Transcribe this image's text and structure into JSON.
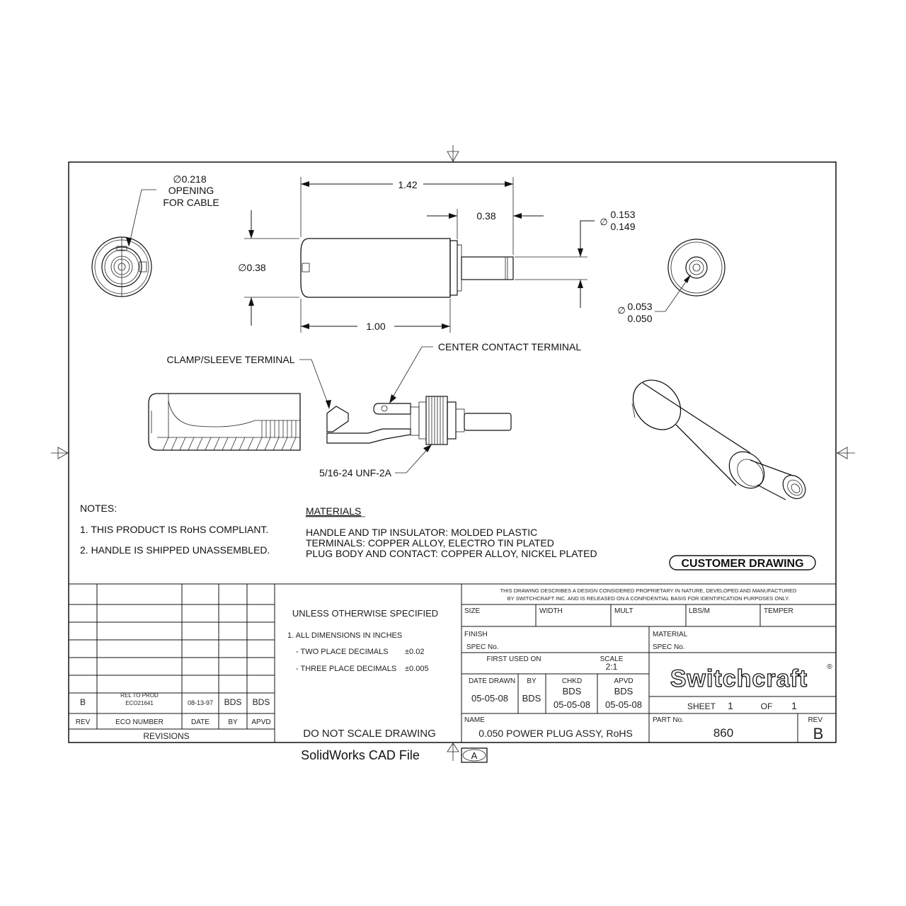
{
  "views": {
    "front": {
      "dia_label": "0.218",
      "dia_symbol": "∅",
      "opening_line1": "OPENING",
      "opening_line2": "FOR CABLE"
    },
    "side": {
      "overall_length": "1.42",
      "tip_length": "0.38",
      "body_length": "1.00",
      "body_dia": "0.38",
      "tip_dia_max": "0.153",
      "tip_dia_min": "0.149"
    },
    "end": {
      "hole_dia_max": "0.053",
      "hole_dia_min": "0.050"
    },
    "exploded": {
      "clamp_label": "CLAMP/SLEEVE TERMINAL",
      "center_label": "CENTER CONTACT TERMINAL",
      "thread_label": "5/16-24 UNF-2A"
    }
  },
  "notes": {
    "heading": "NOTES:",
    "items": [
      "1. THIS PRODUCT IS RoHS COMPLIANT.",
      "2. HANDLE IS SHIPPED UNASSEMBLED."
    ]
  },
  "materials": {
    "heading": "MATERIALS",
    "lines": [
      "HANDLE AND TIP INSULATOR:  MOLDED PLASTIC",
      "TERMINALS: COPPER ALLOY, ELECTRO TIN PLATED",
      "PLUG BODY AND CONTACT: COPPER ALLOY, NICKEL PLATED"
    ]
  },
  "stamp": "CUSTOMER DRAWING",
  "revisions": {
    "row": {
      "rev": "B",
      "eco_line1": "REL TO PROD",
      "eco_line2": "ECO21641",
      "date": "08-13-97",
      "by": "BDS",
      "apvd": "BDS"
    },
    "headers": {
      "rev": "REV",
      "eco": "ECO NUMBER",
      "date": "DATE",
      "by": "BY",
      "apvd": "APVD"
    },
    "title": "REVISIONS"
  },
  "tolerances": {
    "heading": "UNLESS OTHERWISE SPECIFIED",
    "line1": "1. ALL DIMENSIONS IN INCHES",
    "two_label": "- TWO PLACE DECIMALS",
    "two_value": "±0.02",
    "three_label": "- THREE PLACE DECIMALS",
    "three_value": "±0.005",
    "footer": "DO NOT SCALE DRAWING"
  },
  "title_block": {
    "proprietary_line1": "THIS DRAWING DESCRIBES A DESIGN CONSIDERED PROPRIETARY IN NATURE, DEVELOPED AND MANUFACTURED",
    "proprietary_line2": "BY SWITCHCRAFT INC. AND IS RELEASED ON A CONFIDENTIAL BASIS FOR IDENTIFICATION PURPOSES ONLY.",
    "size": "SIZE",
    "width": "WIDTH",
    "mult": "MULT",
    "lbs": "LBS/M",
    "temper": "TEMPER",
    "finish": "FINISH",
    "spec_no": "SPEC No.",
    "material": "MATERIAL",
    "spec_no2": "SPEC No.",
    "first_used": "FIRST USED ON",
    "scale_label": "SCALE",
    "scale_value": "2:1",
    "date_drawn_label": "DATE DRAWN",
    "date_drawn": "05-05-08",
    "by_label": "BY",
    "by": "BDS",
    "chkd_label": "CHKD",
    "chkd_by": "BDS",
    "chkd_date": "05-05-08",
    "apvd_label": "APVD",
    "apvd_by": "BDS",
    "apvd_date": "05-05-08",
    "logo": "Switchcraft",
    "logo_reg": "®",
    "sheet_label": "SHEET",
    "sheet_num": "1",
    "of_label": "OF",
    "sheet_total": "1",
    "name_label": "NAME",
    "name": "0.050 POWER PLUG ASSY, RoHS",
    "part_label": "PART No.",
    "part_no": "860",
    "rev_label": "REV",
    "rev": "B"
  },
  "footer": {
    "cad_note": "SolidWorks CAD File",
    "view_marker": "A"
  },
  "colors": {
    "line": "#111111",
    "paper": "#ffffff"
  }
}
